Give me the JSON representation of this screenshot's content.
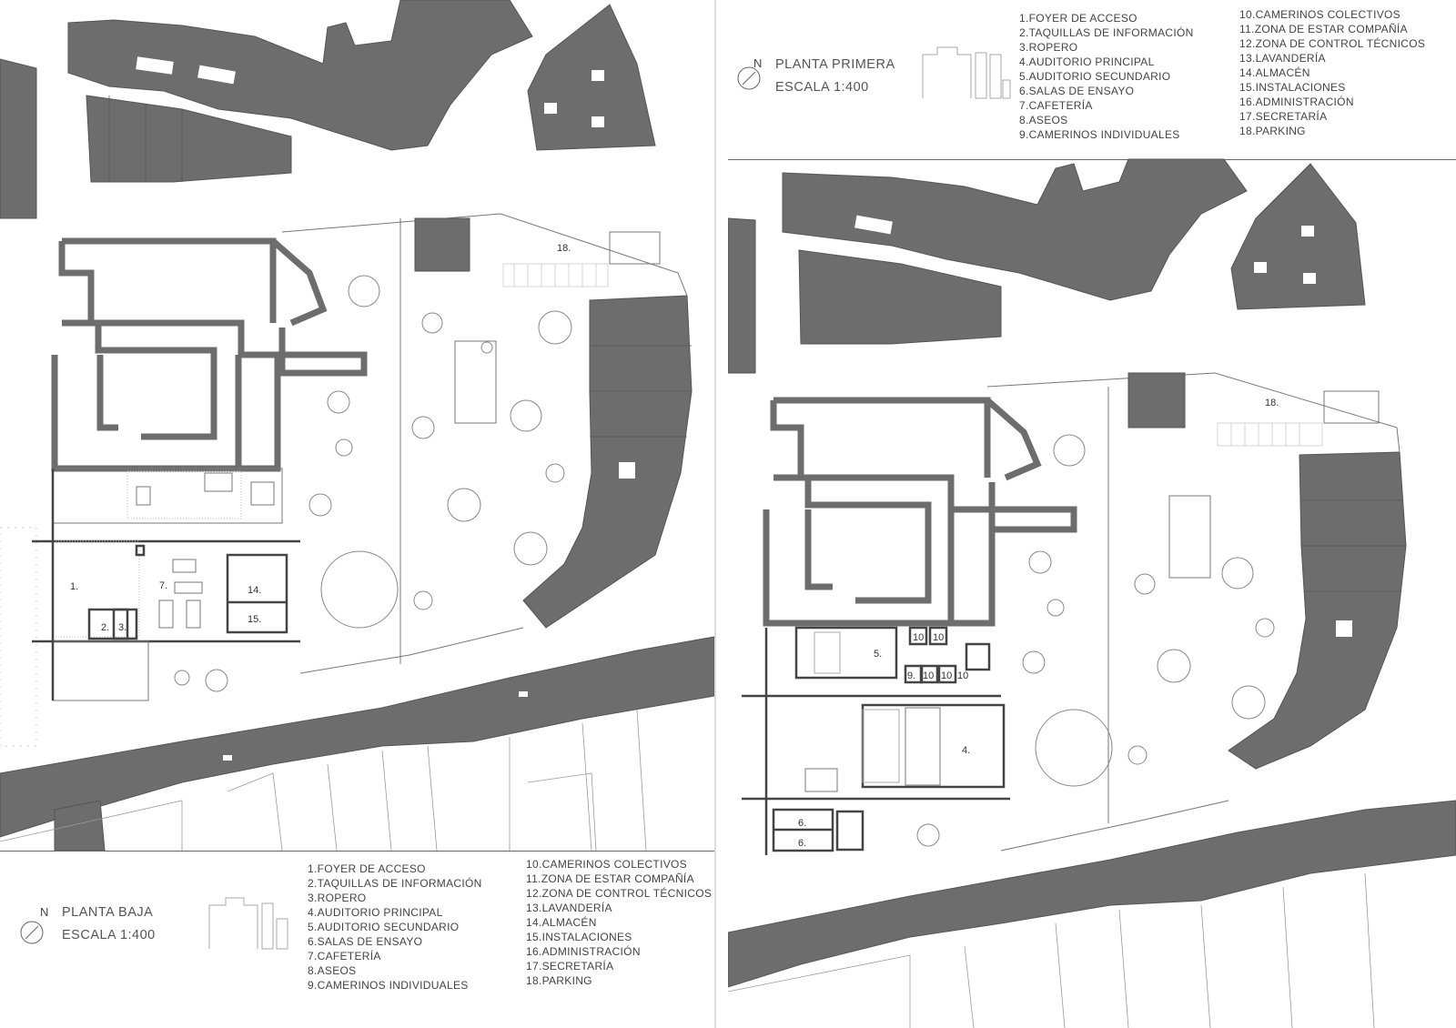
{
  "legend_left": [
    "1.FOYER DE ACCESO",
    "2.TAQUILLAS DE INFORMACIÓN",
    "3.ROPERO",
    "4.AUDITORIO PRINCIPAL",
    "5.AUDITORIO SECUNDARIO",
    "6.SALAS DE ENSAYO",
    "7.CAFETERÍA",
    "8.ASEOS",
    "9.CAMERINOS INDIVIDUALES"
  ],
  "legend_right": [
    "10.CAMERINOS COLECTIVOS",
    "11.ZONA DE ESTAR COMPAÑÍA",
    "12.ZONA DE CONTROL TÉCNICOS",
    "13.LAVANDERÍA",
    "14.ALMACÉN",
    "15.INSTALACIONES",
    "16.ADMINISTRACIÓN",
    "17.SECRETARÍA",
    "18.PARKING"
  ],
  "plan_baja": {
    "north": "N",
    "title": "PLANTA BAJA",
    "scale": "ESCALA 1:400",
    "labels": {
      "r18": "18.",
      "r1": "1.",
      "r2": "2.",
      "r3": "3.",
      "r7": "7.",
      "r14": "14.",
      "r15": "15."
    }
  },
  "plan_primera": {
    "north": "N",
    "title": "PLANTA PRIMERA",
    "scale": "ESCALA 1:400",
    "labels": {
      "r18": "18.",
      "r5": "5.",
      "r4": "4.",
      "r6a": "6.",
      "r6b": "6.",
      "r9": "9.",
      "r10a": "10",
      "r10b": "10",
      "r10c": "10",
      "r10d": "10",
      "r10e": "10"
    }
  }
}
